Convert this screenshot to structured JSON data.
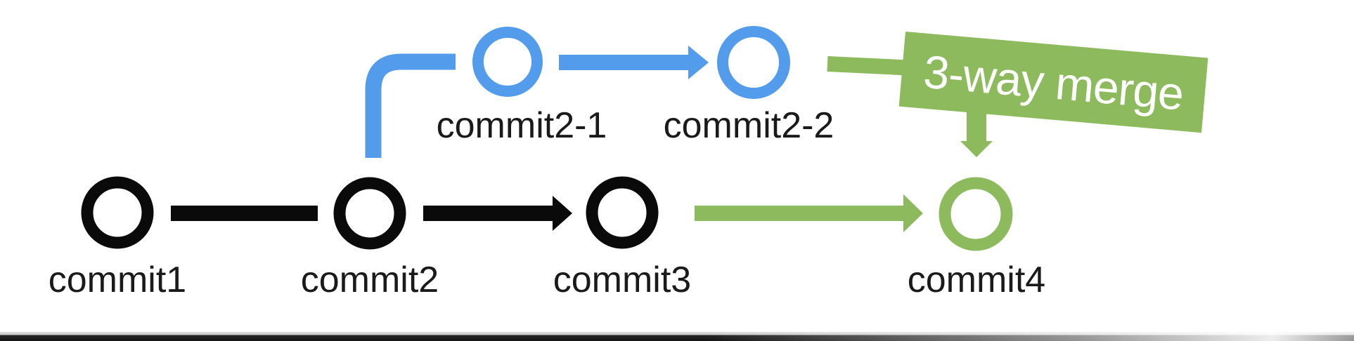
{
  "canvas": {
    "bg": "#ffffff"
  },
  "colors": {
    "main_branch": "#0a0a0a",
    "feature_branch": "#539BEB",
    "merge": "#8CBA5C",
    "merge_label_text": "#ffffff",
    "node_label_text": "#1a1a1a"
  },
  "nodes": {
    "commit1": {
      "label": "commit1"
    },
    "commit2": {
      "label": "commit2"
    },
    "commit3": {
      "label": "commit3"
    },
    "commit2_1": {
      "label": "commit2-1"
    },
    "commit2_2": {
      "label": "commit2-2"
    },
    "commit4": {
      "label": "commit4"
    }
  },
  "annotation": {
    "merge_label": "3-way merge"
  }
}
